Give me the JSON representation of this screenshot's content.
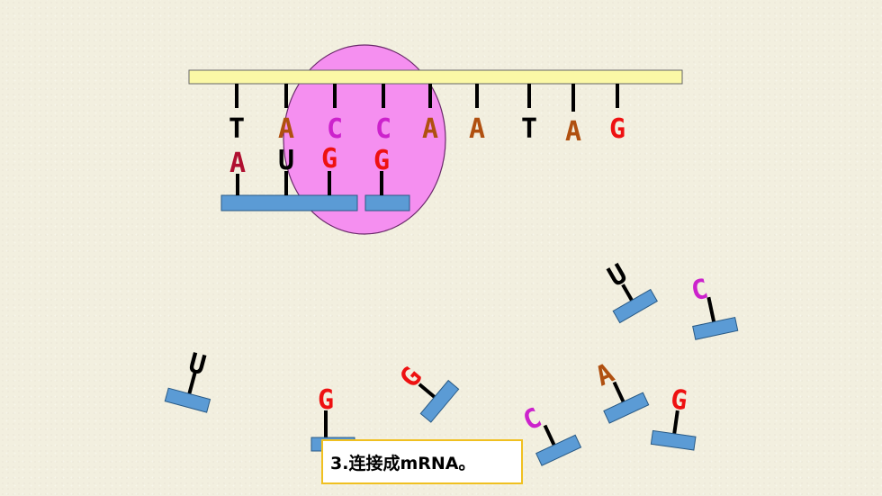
{
  "colors": {
    "dna_strand": "#fbf8a6",
    "rna_polymerase": "#f58ff0",
    "nucleotide_block": "#5b9bd5",
    "T": "#000000",
    "A": "#b05010",
    "C": "#cc22cc",
    "G": "#ee1111",
    "U": "#000000",
    "A_rna": "#b01030"
  },
  "dna_template": [
    "T",
    "A",
    "C",
    "C",
    "A",
    "A",
    "T",
    "A",
    "G"
  ],
  "paired_rna": [
    "A",
    "U",
    "G",
    "G"
  ],
  "free_nucleotides": [
    "U",
    "C",
    "U",
    "G",
    "G",
    "A",
    "C",
    "G"
  ],
  "caption": "3.连接成mRNA。"
}
